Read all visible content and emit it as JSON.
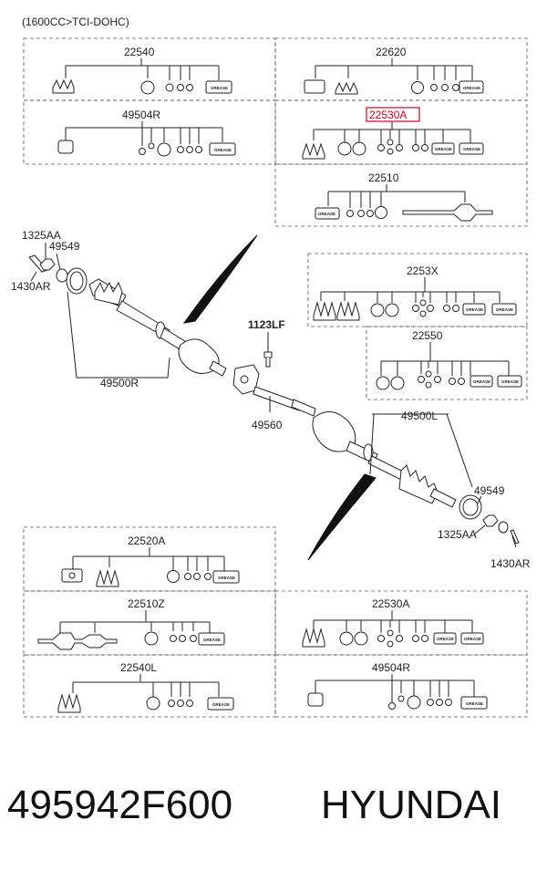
{
  "diagram": {
    "header": "(1600CC>TCI-DOHC)",
    "grease_text": "GREASE",
    "labels": {
      "kit_22540": "22540",
      "kit_22620": "22620",
      "kit_49504r_top": "49504R",
      "kit_22530a_top": "22530A",
      "kit_22510": "22510",
      "kit_2253x": "2253X",
      "kit_22550": "22550",
      "kit_22520a": "22520A",
      "kit_22510z": "22510Z",
      "kit_22530a_bottom": "22530A",
      "kit_22540l": "22540L",
      "kit_49504r_bottom": "49504R",
      "p_1325aa_left": "1325AA",
      "p_49549_left": "49549",
      "p_1430ar_left": "1430AR",
      "p_49500r": "49500R",
      "p_1123lf": "1123LF",
      "p_49560": "49560",
      "p_49500l": "49500L",
      "p_49549_right": "49549",
      "p_1325aa_right": "1325AA",
      "p_1430ar_right": "1430AR"
    },
    "highlight": {
      "label": "kit_22530a_top",
      "color": "#d0021b"
    }
  },
  "footer": {
    "part_number": "495942F600",
    "brand": "HYUNDAI"
  }
}
